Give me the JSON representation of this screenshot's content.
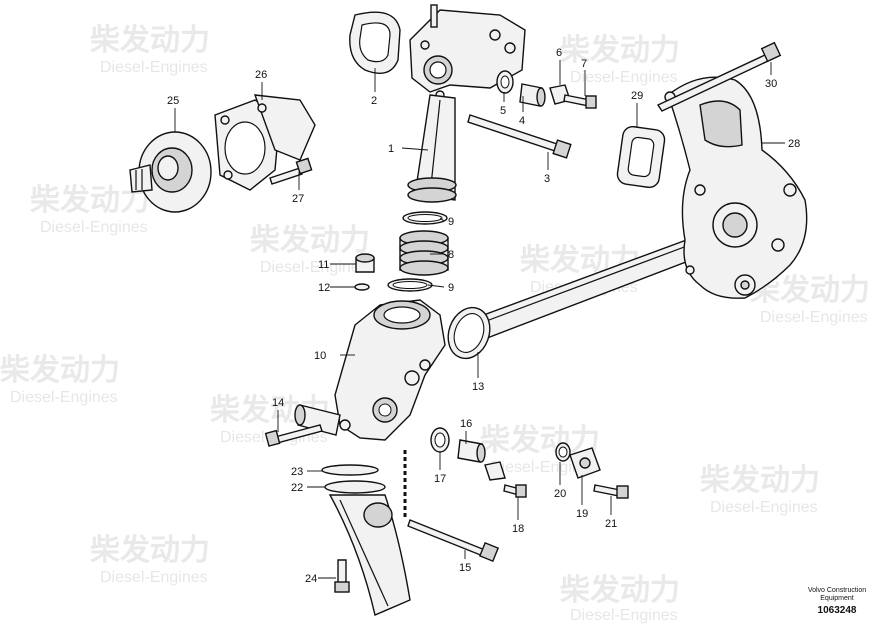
{
  "watermark": {
    "cn": "柴发动力",
    "en": "Diesel-Engines"
  },
  "credit": {
    "line1": "Volvo Construction",
    "line2": "Equipment"
  },
  "doc_number": "1063248",
  "callouts": [
    "1",
    "2",
    "3",
    "4",
    "5",
    "6",
    "7",
    "8",
    "9",
    "9",
    "10",
    "11",
    "12",
    "13",
    "14",
    "15",
    "16",
    "17",
    "18",
    "19",
    "20",
    "21",
    "22",
    "23",
    "24",
    "25",
    "26",
    "27",
    "28",
    "29",
    "30"
  ],
  "colors": {
    "ink": "#111111",
    "watermark": "#cfcfcf"
  }
}
